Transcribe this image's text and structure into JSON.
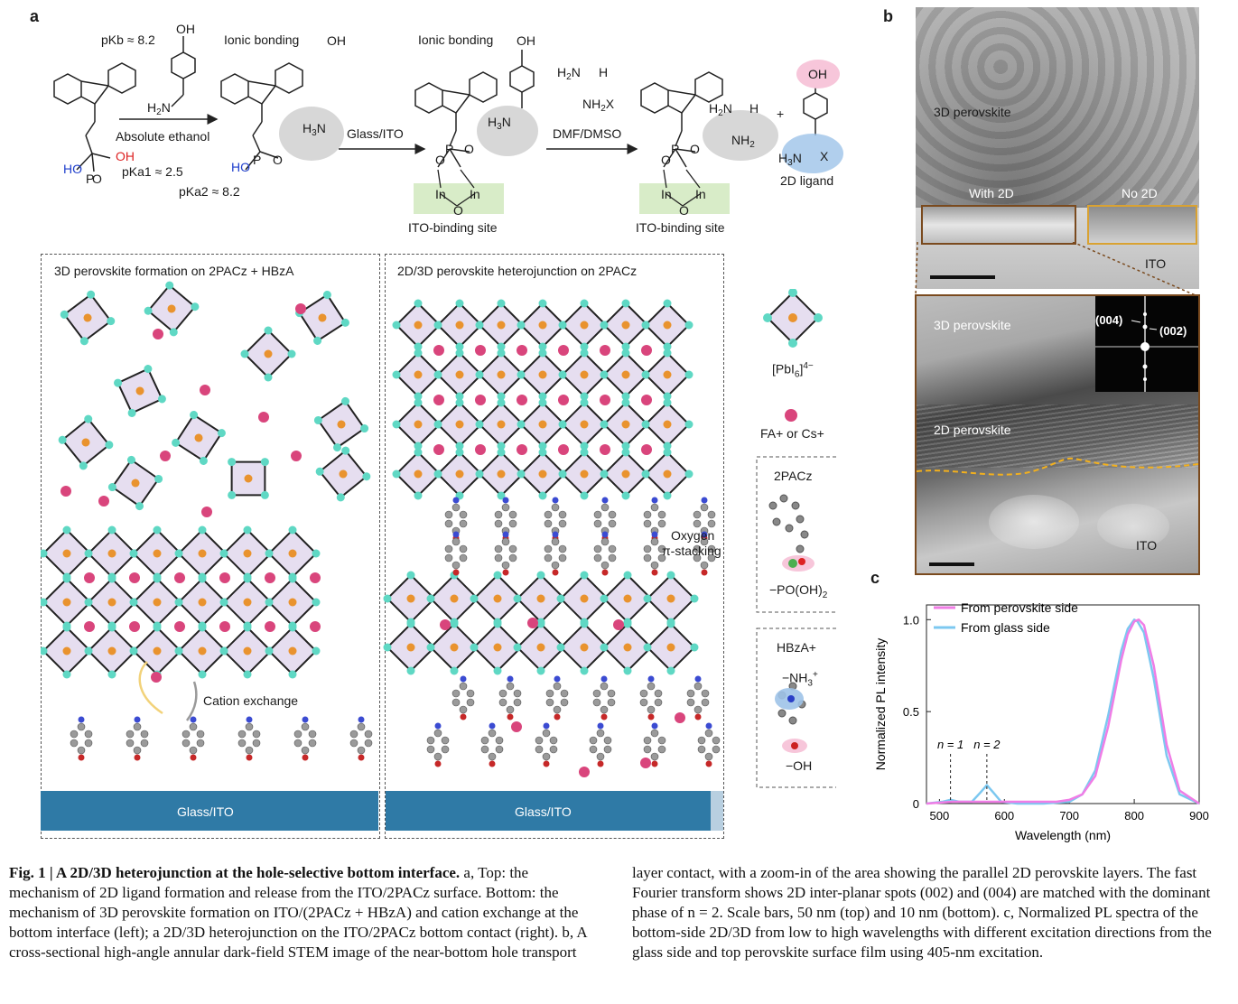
{
  "panels": {
    "a": "a",
    "b": "b",
    "c": "c"
  },
  "scheme": {
    "pkb": "pKb ≈ 8.2",
    "pka1": "pKa1 ≈ 2.5",
    "pka2": "pKa2 ≈ 8.2",
    "ionic_bonding": "Ionic bonding",
    "absolute_ethanol": "Absolute ethanol",
    "glass_ito_arrow": "Glass/ITO",
    "dmf_dmso": "DMF/DMSO",
    "ito_binding_site": "ITO-binding site",
    "ligand_2d": "2D ligand",
    "plus": "+"
  },
  "bottom": {
    "left_title": "3D perovskite formation on 2PACz + HBzA",
    "right_title": "2D/3D perovskite heterojunction on 2PACz",
    "cation_exchange": "Cation exchange",
    "oxygen": "Oxygen",
    "pi_stacking": "π-stacking",
    "substrate": "Glass/ITO"
  },
  "legend": {
    "pbi6": "[PbI6]4−",
    "fa_cs": "FA+ or Cs+",
    "pacz_title": "2PACz",
    "pacz_group": "−PO(OH)2",
    "hbza_title": "HBzA+",
    "hbza_nh3": "−NH3+",
    "hbza_oh": "−OH"
  },
  "stem": {
    "top_3d": "3D perovskite",
    "with_2d": "With 2D",
    "no_2d": "No 2D",
    "ito_top": "ITO",
    "bot_3d": "3D perovskite",
    "bot_2d": "2D perovskite",
    "ito_bot": "ITO",
    "fft_004": "(004)",
    "fft_002": "(002)"
  },
  "chart_data": {
    "type": "line",
    "xlabel": "Wavelength (nm)",
    "ylabel": "Normalized PL intensity",
    "xlim": [
      480,
      900
    ],
    "ylim": [
      0,
      1.08
    ],
    "xticks": [
      500,
      600,
      700,
      800,
      900
    ],
    "yticks": [
      0,
      0.5,
      1.0
    ],
    "ytick_labels": [
      "0",
      "0.5",
      "1.0"
    ],
    "legend_position": "top-left",
    "annotations": [
      "n = 1",
      "n = 2"
    ],
    "annotation_x": [
      517,
      573
    ],
    "series": [
      {
        "name": "From perovskite side",
        "color": "#f07de6",
        "x": [
          480,
          520,
          560,
          600,
          640,
          680,
          700,
          720,
          740,
          760,
          780,
          790,
          800,
          807,
          815,
          830,
          850,
          870,
          900
        ],
        "y": [
          0.0,
          0.01,
          0.01,
          0.01,
          0.01,
          0.01,
          0.02,
          0.05,
          0.15,
          0.42,
          0.78,
          0.92,
          0.99,
          1.0,
          0.97,
          0.75,
          0.32,
          0.07,
          0.0
        ]
      },
      {
        "name": "From glass side",
        "color": "#7cc8f0",
        "x": [
          480,
          505,
          517,
          530,
          550,
          563,
          573,
          583,
          595,
          620,
          660,
          700,
          720,
          740,
          760,
          780,
          790,
          800,
          805,
          815,
          830,
          850,
          870,
          900
        ],
        "y": [
          0.0,
          0.01,
          0.02,
          0.01,
          0.01,
          0.06,
          0.1,
          0.06,
          0.01,
          0.0,
          0.0,
          0.01,
          0.05,
          0.18,
          0.48,
          0.83,
          0.95,
          1.0,
          0.99,
          0.93,
          0.68,
          0.26,
          0.05,
          0.0
        ]
      }
    ]
  },
  "caption": {
    "title": "Fig. 1 | A 2D/3D heterojunction at the hole-selective bottom interface.",
    "left": "a, Top: the mechanism of 2D ligand formation and release from the ITO/2PACz surface. Bottom: the mechanism of 3D perovskite formation on ITO/(2PACz + HBzA) and cation exchange at the bottom interface (left); a 2D/3D heterojunction on the ITO/2PACz bottom contact (right). b, A cross-sectional high-angle annular dark-field STEM image of the near-bottom hole transport",
    "right": "layer contact, with a zoom-in of the area showing the parallel 2D perovskite layers. The fast Fourier transform shows 2D inter-planar spots (002) and (004) are matched with the dominant phase of n = 2. Scale bars, 50 nm (top) and 10 nm (bottom). c, Normalized PL spectra of the bottom-side 2D/3D from low to high wavelengths with different excitation directions from the glass side and top perovskite surface film using 405-nm excitation."
  },
  "colors": {
    "octa_fill": "#e6def0",
    "corner": "#5fd8c4",
    "center": "#e9932e",
    "cation": "#d9457c",
    "substrate": "#2f7aa6",
    "gray_blob": "#c9c9c9",
    "green_site": "#d8ecc8",
    "pink_oh": "#f7c6da",
    "blue_nh": "#9ec3e8",
    "frame_brown": "#7a4a1e",
    "frame_gold": "#d9a232"
  }
}
